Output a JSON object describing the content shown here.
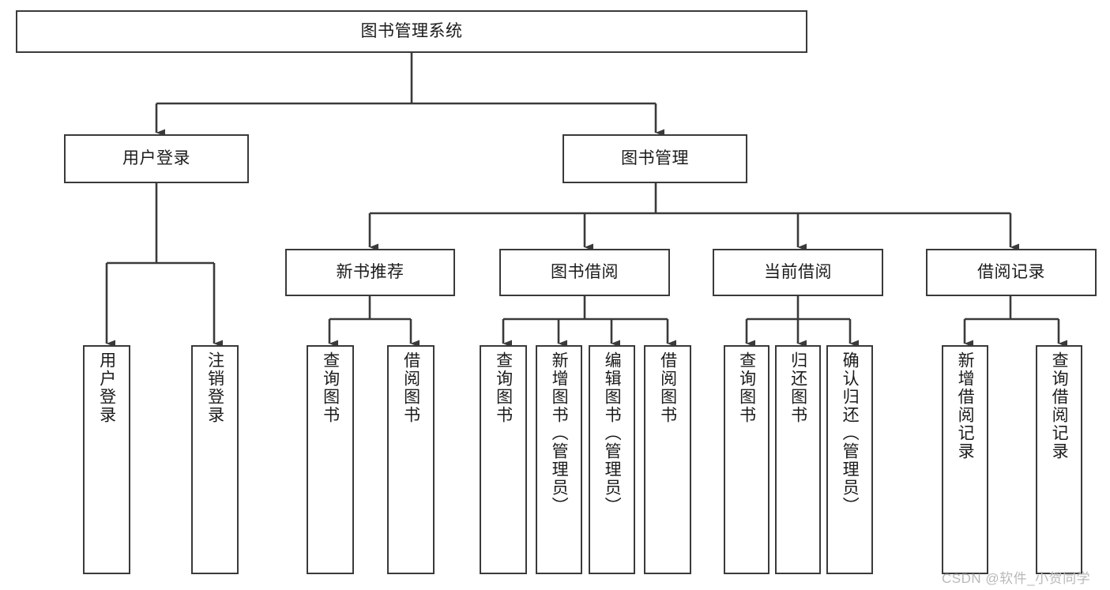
{
  "diagram": {
    "title": "图书管理系统",
    "root": {
      "label": "图书管理系统"
    },
    "level2": [
      {
        "label": "用户登录"
      },
      {
        "label": "图书管理"
      }
    ],
    "level3": [
      {
        "label": "新书推荐"
      },
      {
        "label": "图书借阅"
      },
      {
        "label": "当前借阅"
      },
      {
        "label": "借阅记录"
      }
    ],
    "leaves": {
      "user_login": [
        {
          "label": "用户登录"
        },
        {
          "label": "注销登录"
        }
      ],
      "new_book_recommend": [
        {
          "label": "查询图书"
        },
        {
          "label": "借阅图书"
        }
      ],
      "book_borrow": [
        {
          "label": "查询图书"
        },
        {
          "label": "新增图书（管理员）"
        },
        {
          "label": "编辑图书（管理员）"
        },
        {
          "label": "借阅图书"
        }
      ],
      "current_borrow": [
        {
          "label": "查询图书"
        },
        {
          "label": "归还图书"
        },
        {
          "label": "确认归还（管理员）"
        }
      ],
      "borrow_record": [
        {
          "label": "新增借阅记录"
        },
        {
          "label": "查询借阅记录"
        }
      ]
    }
  },
  "watermark": {
    "text": "CSDN @软件_小贺同学"
  },
  "colors": {
    "stroke": "#3a3a3a",
    "background": "#ffffff",
    "text": "#1b1b1b",
    "watermark": "#b9b9b9"
  }
}
